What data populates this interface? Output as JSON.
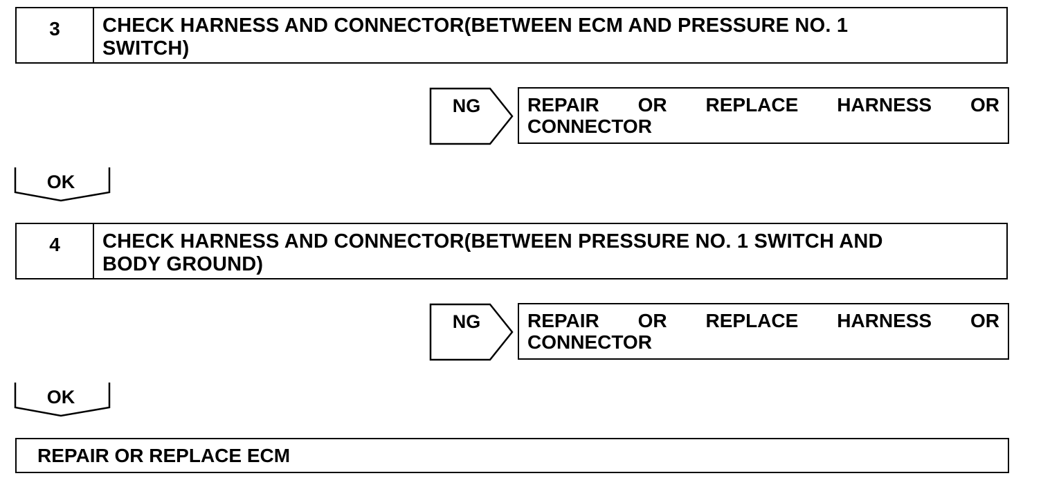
{
  "steps": [
    {
      "number": "3",
      "title_line1": "CHECK HARNESS AND CONNECTOR(BETWEEN ECM AND PRESSURE NO. 1",
      "title_line2": "SWITCH)",
      "ng_label": "NG",
      "ng_action_words": [
        "REPAIR",
        "OR",
        "REPLACE",
        "HARNESS",
        "OR"
      ],
      "ng_action_line2": "CONNECTOR",
      "ok_label": "OK"
    },
    {
      "number": "4",
      "title_line1": "CHECK HARNESS AND CONNECTOR(BETWEEN PRESSURE NO. 1 SWITCH AND",
      "title_line2": "BODY GROUND)",
      "ng_label": "NG",
      "ng_action_words": [
        "REPAIR",
        "OR",
        "REPLACE",
        "HARNESS",
        "OR"
      ],
      "ng_action_line2": "CONNECTOR",
      "ok_label": "OK"
    }
  ],
  "final_action": "REPAIR OR REPLACE ECM"
}
